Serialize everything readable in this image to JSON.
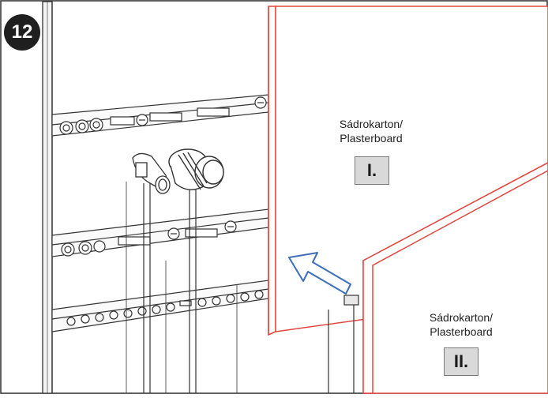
{
  "step_number": "12",
  "panel_one": {
    "label_line1": "Sádrokarton/",
    "label_line2": "Plasterboard",
    "numeral": "I."
  },
  "panel_two": {
    "label_line1": "Sádrokarton/",
    "label_line2": "Plasterboard",
    "numeral": "II."
  },
  "colors": {
    "panel_edge": "#e0473f",
    "arrow": "#3c6fb6",
    "line_art": "#333333"
  },
  "icons": [
    "direction-arrow-icon"
  ]
}
